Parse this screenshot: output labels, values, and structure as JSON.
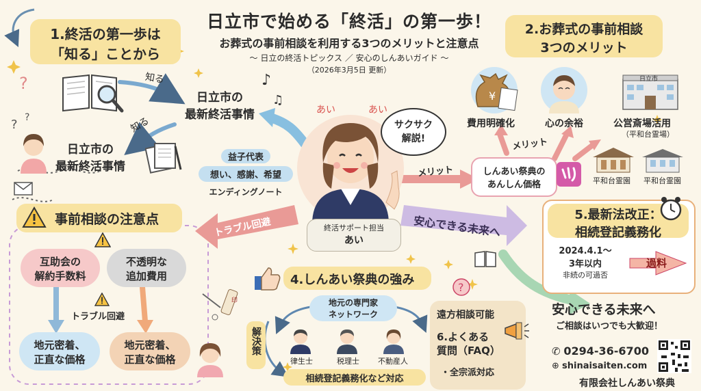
{
  "title": "日立市で始める「終活」の第一歩！",
  "subtitle": "お葬式の事前相談を利用する3つのメリットと注意点",
  "series": "〜 日立の終活トピックス ／ 安心のしんあいガイド 〜",
  "date": "（2026年3月5日 更新）",
  "sec1": {
    "title_line1": "1.終活の第一歩は",
    "title_line2": "「知る」ことから",
    "label_shiru_1": "知る",
    "label_shiru_2": "知る",
    "news_line1": "日立市の",
    "news_line2": "最新終活事情",
    "news2_line1": "日立市の",
    "news2_line2": "最新終活事情"
  },
  "center": {
    "ai_left": "あい",
    "ai_right": "あい",
    "speech_line1": "サクサク",
    "speech_line2": "解説!",
    "badge_line1": "終活サポート担当",
    "badge_line2": "あい",
    "ending_note": {
      "line1": "益子代表",
      "line2": "想い、感謝、希望",
      "line3": "エンディングノート"
    }
  },
  "sec2": {
    "title_line1": "2.お葬式の事前相談",
    "title_line2": "3つのメリット",
    "items": [
      "費用明確化",
      "心の余裕",
      "公営斎場活用"
    ],
    "sub_note": "（平和台霊場）",
    "merit_label_1": "メリット",
    "merit_label_2": "メリット",
    "price_line1": "しんあい祭典の",
    "price_line2": "あんしん価格",
    "hall_label_1": "平和台霊園",
    "hall_label_2": "平和台霊園",
    "city_sign": "日立市"
  },
  "caution": {
    "title": "事前相談の注意点",
    "item1_line1": "互助会の",
    "item1_line2": "解約手数料",
    "item2_line1": "不透明な",
    "item2_line2": "追加費用",
    "avoid": "トラブル回避",
    "result1_line1": "地元密着、",
    "result1_line2": "正直な価格",
    "result2_line1": "地元密着、",
    "result2_line2": "正直な価格"
  },
  "arrows": {
    "trouble": "トラブル回避",
    "future": "安心できる未来へ"
  },
  "sec5": {
    "title_line1": "5.最新法改正：",
    "title_line2": "相続登記義務化",
    "detail_line1": "2024.4.1〜",
    "detail_line2": "3年以内",
    "detail_line3": "非続の可過否",
    "penalty": "過料"
  },
  "sec4": {
    "title": "4.しんあい祭典の強み",
    "network_line1": "地元の専門家",
    "network_line2": "ネットワーク",
    "solution": "解決策",
    "experts": [
      "律生士",
      "税理士",
      "不動産人"
    ],
    "support": "相続登記義務化など対応",
    "hanko": "印"
  },
  "sec6": {
    "remote": "遠方相談可能",
    "title_line1": "6.よくある",
    "title_line2": "質問（FAQ）",
    "item": "・全宗派対応"
  },
  "contact": {
    "headline": "安心できる未来へ",
    "welcome": "ご相談はいつでも大歓迎！",
    "phone": "0294-36-6700",
    "web": "shinaisaiten.com",
    "company": "有限会社しんあい祭典"
  },
  "colors": {
    "background": "#fbf6ea",
    "yellow": "#f8e3a1",
    "blue": "#cfe6f4",
    "pink": "#f6c9c9",
    "orange": "#f3d3b5",
    "arrow_blue": "#88bfe0",
    "arrow_pink": "#e99a96",
    "arrow_purple": "#cdbbe3",
    "arrow_green": "#a8d6b3"
  }
}
